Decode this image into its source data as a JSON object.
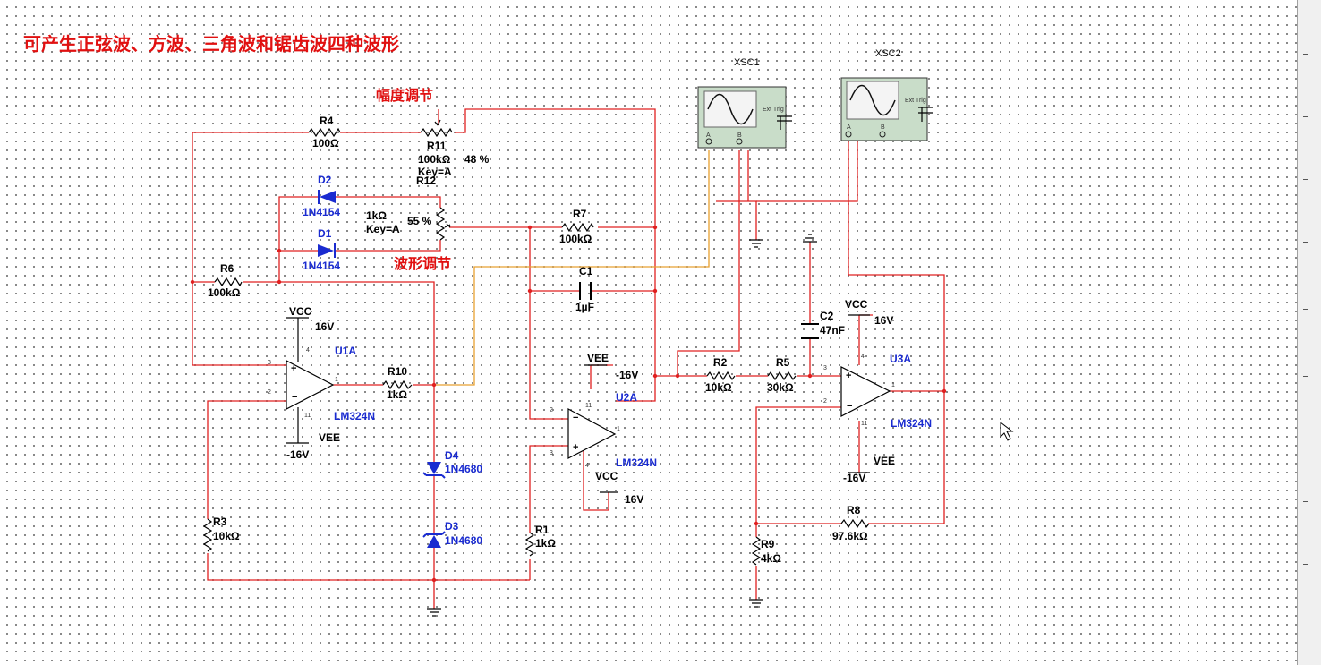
{
  "title": "可产生正弦波、方波、三角波和锯齿波四种波形",
  "annotations": {
    "amplitude": "幅度调节",
    "waveform": "波形调节"
  },
  "scopes": [
    {
      "name": "XSC1",
      "ext_trig": "Ext Trig",
      "a": "A",
      "b": "B"
    },
    {
      "name": "XSC2",
      "ext_trig": "Ext Trig",
      "a": "A",
      "b": "B"
    }
  ],
  "resistors": {
    "R4": {
      "name": "R4",
      "value": "100Ω"
    },
    "R11": {
      "name": "R11",
      "value": "100kΩ",
      "percent": "48 %",
      "key": "Key=A"
    },
    "R12": {
      "name": "R12",
      "value": "1kΩ",
      "percent": "55 %",
      "key": "Key=A"
    },
    "R7": {
      "name": "R7",
      "value": "100kΩ"
    },
    "R6": {
      "name": "R6",
      "value": "100kΩ"
    },
    "R10": {
      "name": "R10",
      "value": "1kΩ"
    },
    "R3": {
      "name": "R3",
      "value": "10kΩ"
    },
    "R1": {
      "name": "R1",
      "value": "1kΩ"
    },
    "R2": {
      "name": "R2",
      "value": "10kΩ"
    },
    "R5": {
      "name": "R5",
      "value": "30kΩ"
    },
    "R8": {
      "name": "R8",
      "value": "97.6kΩ"
    },
    "R9": {
      "name": "R9",
      "value": "4kΩ"
    }
  },
  "capacitors": {
    "C1": {
      "name": "C1",
      "value": "1µF"
    },
    "C2": {
      "name": "C2",
      "value": "47nF"
    }
  },
  "diodes": {
    "D2": {
      "name": "D2",
      "part": "1N4154"
    },
    "D1": {
      "name": "D1",
      "part": "1N4154"
    },
    "D4": {
      "name": "D4",
      "part": "1N4680"
    },
    "D3": {
      "name": "D3",
      "part": "1N4680"
    }
  },
  "opamps": {
    "U1A": {
      "name": "U1A",
      "part": "LM324N",
      "vcc": "VCC",
      "vcc_v": "16V",
      "vee": "VEE",
      "vee_v": "-16V"
    },
    "U2A": {
      "name": "U2A",
      "part": "LM324N",
      "vcc": "VCC",
      "vcc_v": "16V",
      "vee": "VEE",
      "vee_v": "-16V"
    },
    "U3A": {
      "name": "U3A",
      "part": "LM324N",
      "vcc": "VCC",
      "vcc_v": "16V",
      "vee": "VEE",
      "vee_v": "-16V"
    }
  },
  "pins": {
    "p3": "3",
    "p2": "2",
    "p1": "1",
    "p4": "4",
    "p11": "11"
  },
  "colors": {
    "wire": "#e02020",
    "probe_wire": "#e8a030",
    "component_label": "#1a2bd0",
    "annotation": "#e11010",
    "scope_screen": "#c9ddc9"
  }
}
